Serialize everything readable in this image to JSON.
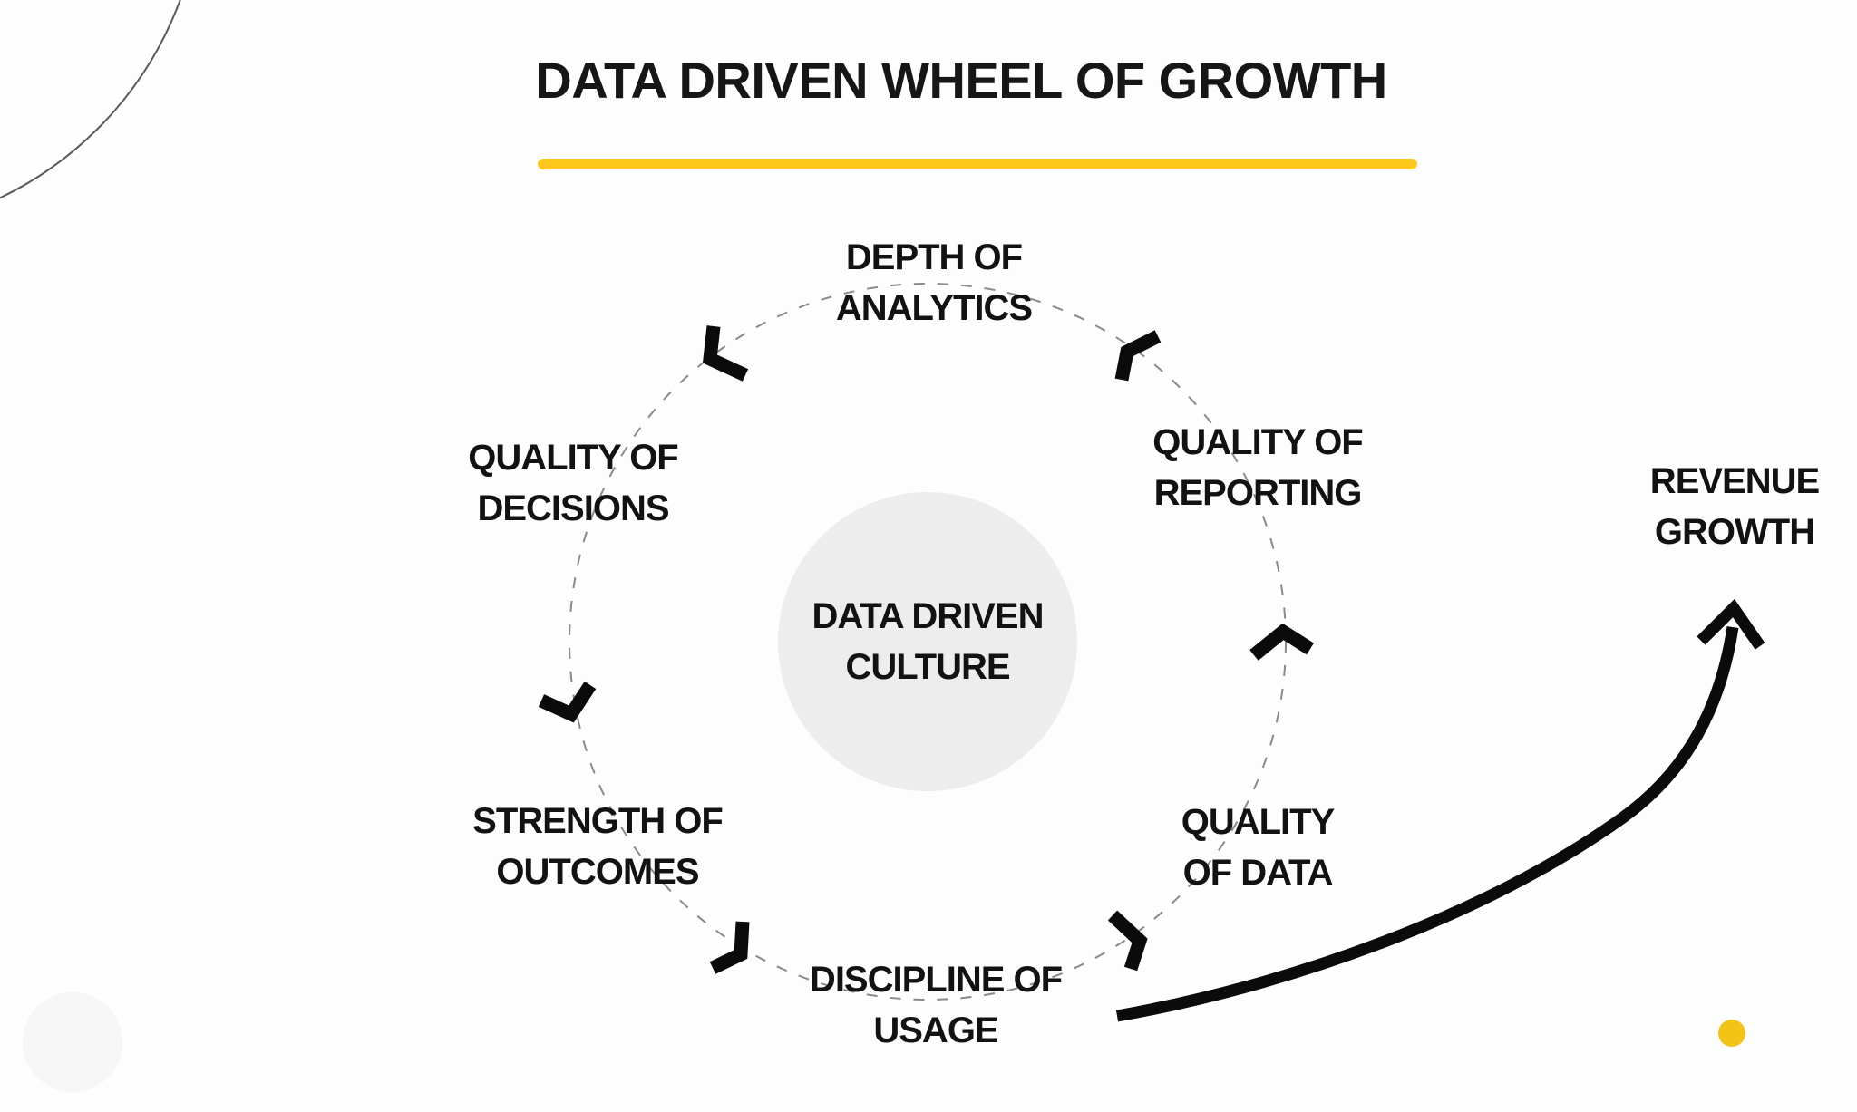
{
  "title": {
    "text": "DATA DRIVEN WHEEL OF GROWTH"
  },
  "wheel": {
    "center": {
      "line1": "DATA DRIVEN",
      "line2": "CULTURE"
    },
    "nodes": [
      {
        "id": "depth-of-analytics",
        "line1": "DEPTH OF",
        "line2": "ANALYTICS"
      },
      {
        "id": "quality-of-reporting",
        "line1": "QUALITY OF",
        "line2": "REPORTING"
      },
      {
        "id": "quality-of-data",
        "line1": "QUALITY",
        "line2": "OF DATA"
      },
      {
        "id": "discipline-of-usage",
        "line1": "DISCIPLINE OF",
        "line2": "USAGE"
      },
      {
        "id": "strength-of-outcomes",
        "line1": "STRENGTH OF",
        "line2": "OUTCOMES"
      },
      {
        "id": "quality-of-decisions",
        "line1": "QUALITY OF",
        "line2": "DECISIONS"
      }
    ],
    "flow_direction": "counterclockwise"
  },
  "outcome": {
    "line1": "REVENUE",
    "line2": "GROWTH"
  },
  "icons": {
    "wheel_chevron": "direction-chevron",
    "growth_arrow": "curved-arrow-up-right"
  },
  "colors": {
    "background": "#FDFDFD",
    "text": "#161616",
    "underline_yellow": "#FDC71C",
    "dot_yellow": "#F2C416",
    "center_circle_fill": "#EDEDED",
    "dashed_circle": "#8A8A8A",
    "stroke_black": "#0B0B0B"
  }
}
